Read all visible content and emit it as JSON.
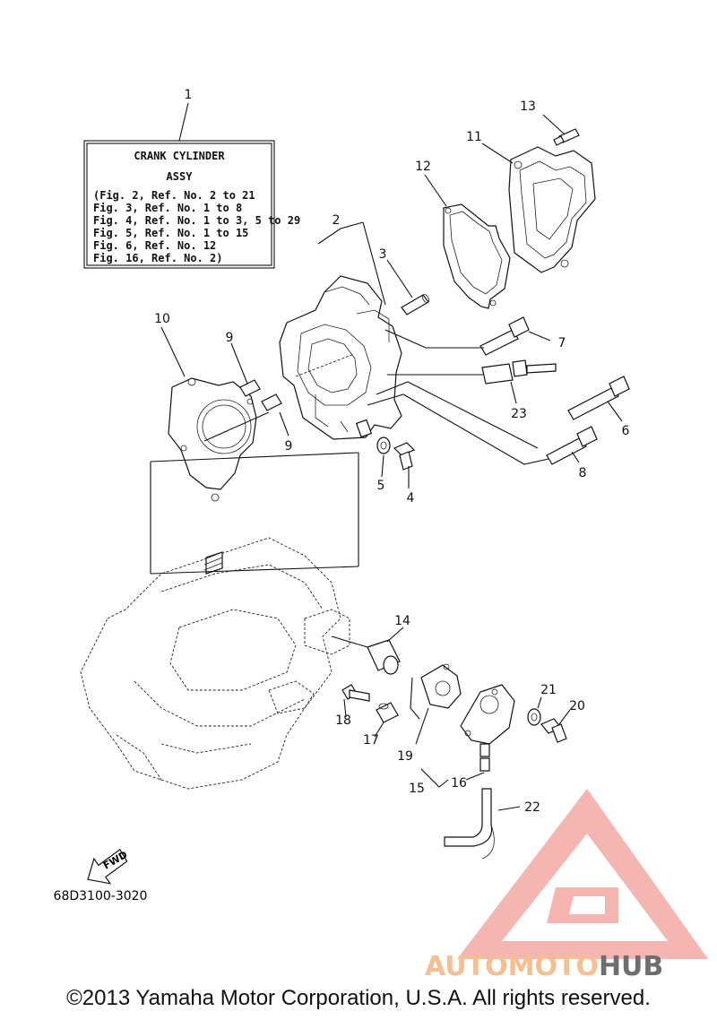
{
  "assembly_box": {
    "title_line1": "CRANK CYLINDER",
    "title_line2": "ASSY",
    "refs": [
      "(Fig. 2, Ref. No. 2 to 21",
      " Fig. 3, Ref. No. 1 to 8",
      " Fig. 4, Ref. No. 1 to 3, 5 to 29",
      " Fig. 5, Ref. No. 1 to 15",
      " Fig. 6, Ref. No. 12",
      " Fig. 16, Ref. No. 2)"
    ]
  },
  "callouts": {
    "c1": "1",
    "c2": "2",
    "c3": "3",
    "c4": "4",
    "c5": "5",
    "c6": "6",
    "c7": "7",
    "c8": "8",
    "c9a": "9",
    "c9b": "9",
    "c10": "10",
    "c11": "11",
    "c12": "12",
    "c13": "13",
    "c14": "14",
    "c15": "15",
    "c16": "16",
    "c17": "17",
    "c18": "18",
    "c19": "19",
    "c20": "20",
    "c21": "21",
    "c22": "22",
    "c23": "23"
  },
  "fwd_label": "FWD",
  "diagram_code": "68D3100-3020",
  "watermark": {
    "text": "AUTOMOTOHUB",
    "part1": "AUTOMOTO",
    "part2": "HUB",
    "color1": "#f6b37d",
    "color2": "#555555",
    "logo_color": "#f08b84"
  },
  "copyright": "©2013 Yamaha Motor Corporation, U.S.A. All rights reserved."
}
